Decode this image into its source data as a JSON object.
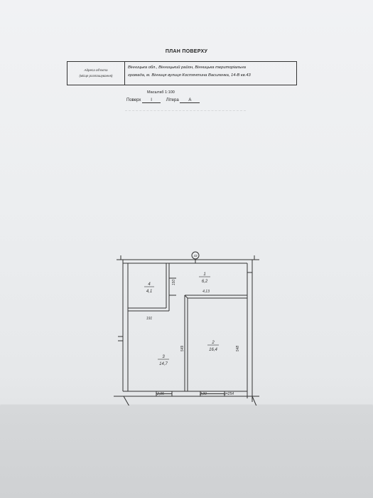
{
  "document": {
    "title": "ПЛАН ПОВЕРХУ",
    "address_label_line1": "Адреса об'єкта",
    "address_label_line2": "(місце розташування)",
    "address_line1": "Вінницька обл., Вінницький район, Вінницька територіальна",
    "address_line2": "громада, м. Вінниця вулиця Костянтина Василенка, 14-В кв.43",
    "scale": "Масштаб 1:100",
    "floor_label": "Поверх",
    "floor_value": "I",
    "letter_label": "Літера",
    "letter_value": "А"
  },
  "plan": {
    "marker": "43",
    "rooms": [
      {
        "number": "1",
        "area": "6,2"
      },
      {
        "number": "2",
        "area": "16,4"
      },
      {
        "number": "3",
        "area": "14,7"
      },
      {
        "number": "4",
        "area": "4,1"
      }
    ],
    "dimensions": {
      "d150": "150",
      "d413": "4,13",
      "d191": "191",
      "d549": "549",
      "d548": "548",
      "d295": "2,95",
      "d299": "2,99",
      "h254": "h=254"
    }
  }
}
